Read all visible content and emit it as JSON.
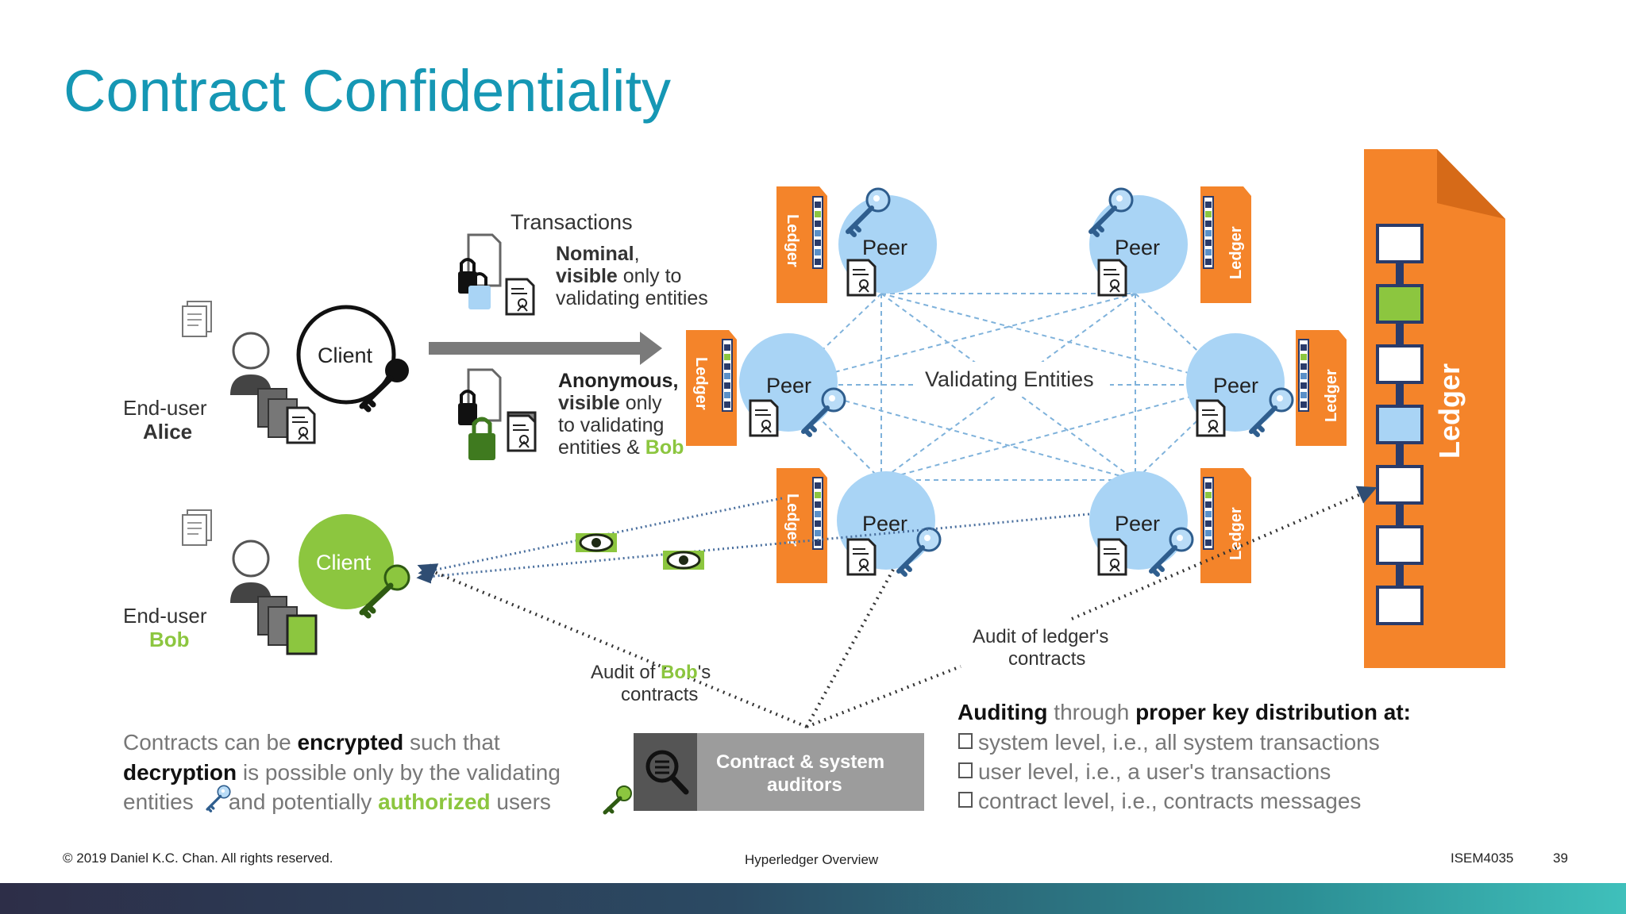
{
  "slide": {
    "title": "Contract Confidentiality"
  },
  "diagram": {
    "transactions_heading": "Transactions",
    "nominal_line1_bold": "Nominal",
    "nominal_line1_rest": ",",
    "nominal_line2_bold": "visible",
    "nominal_line2_rest": " only to",
    "nominal_line3": "validating entities",
    "anon_line1": "Anonymous,",
    "anon_line2_bold": "visible",
    "anon_line2_rest": " only",
    "anon_line3": "to validating",
    "anon_line4_pre": "entities & ",
    "anon_line4_highlight": "Bob",
    "client_label": "Client",
    "alice_line1": "End-user",
    "alice_line2": "Alice",
    "bob_line1": "End-user",
    "bob_line2": "Bob",
    "peer_label": "Peer",
    "ledger_label": "Ledger",
    "validating_entities": "Validating Entities",
    "audit_bob_pre": "Audit of ",
    "audit_bob_highlight": "Bob",
    "audit_bob_post": "'s",
    "audit_bob_line2": "contracts",
    "audit_ledger_line1": "Audit of ledger's",
    "audit_ledger_line2": "contracts",
    "auditors_line1": "Contract & system",
    "auditors_line2": "auditors",
    "encrypt_l1_a": "Contracts can be ",
    "encrypt_l1_b": "encrypted",
    "encrypt_l1_c": " such that",
    "encrypt_l2_a": "decryption",
    "encrypt_l2_b": " is possible only by the validating",
    "encrypt_l3_a": "entities",
    "encrypt_l3_b": "and potentially ",
    "encrypt_l3_c": "authorized",
    "encrypt_l3_d": " users",
    "auditing_a": "Auditing",
    "auditing_b": " through ",
    "auditing_c": "proper key distribution at:",
    "auditing_items": [
      "system level, i.e., all system transactions",
      "user level, i.e., a user's transactions",
      "contract level, i.e., contracts messages"
    ]
  },
  "footer": {
    "copyright": "© 2019  Daniel K.C. Chan. All rights reserved.",
    "center": "Hyperledger Overview",
    "course": "ISEM4035",
    "page": "39"
  },
  "colors": {
    "title": "#1597b4",
    "orange": "#f4842a",
    "peer_blue": "#a9d4f5",
    "bob_green": "#8cc63f",
    "gray_box": "#9c9c9c"
  }
}
